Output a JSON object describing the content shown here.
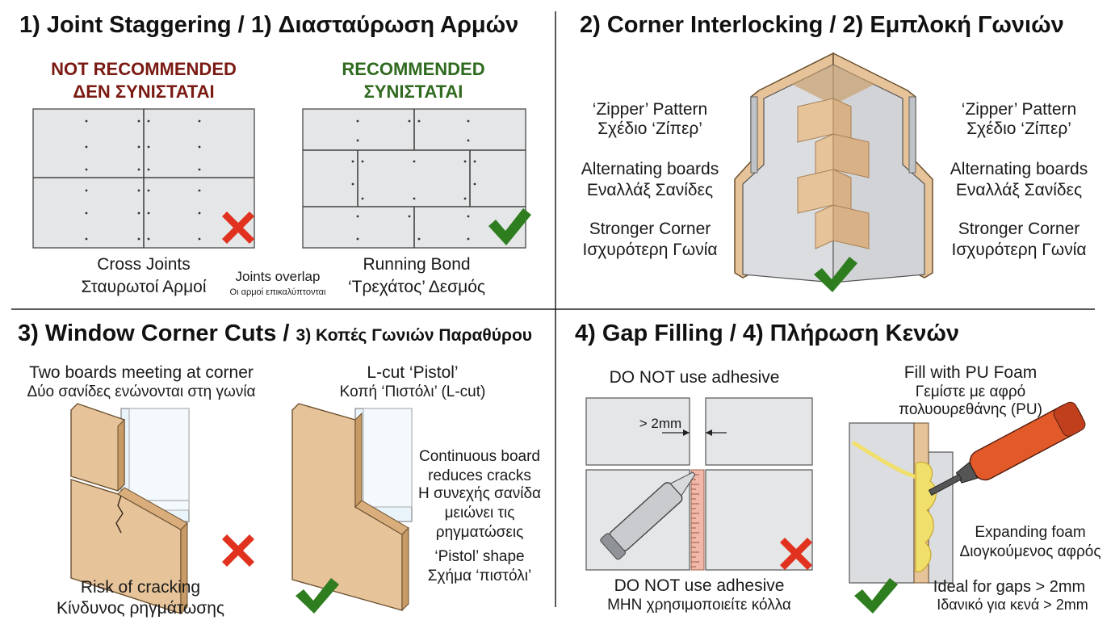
{
  "colors": {
    "wood": "#e7c39a",
    "wood_dark": "#c89a66",
    "board": "#e5e6e7",
    "check_green": "#2e7d1f",
    "cross_red": "#e0321e",
    "foam": "#f1df6c",
    "gun_orange": "#e25a2a",
    "window_blue": "#eaf4fb"
  },
  "panel1": {
    "title_en": "1) Joint Staggering / ",
    "title_gr": "1) Διασταύρωση Αρμών",
    "not_rec_en": "NOT RECOMMENDED",
    "not_rec_gr": "ΔΕΝ ΣΥΝΙΣΤΑΤΑΙ",
    "rec_en": "RECOMMENDED",
    "rec_gr": "ΣΥΝΙΣΤΑΤΑΙ",
    "cross_en": "Cross Joints",
    "cross_gr": "Σταυρωτοί Αρμοί",
    "overlap_en": "Joints overlap",
    "overlap_gr": "Οι αρμοί επικαλύπτονται",
    "running_en": "Running Bond",
    "running_gr": "‘Τρεχάτος’ Δεσμός"
  },
  "panel2": {
    "title": "2) Corner Interlocking / 2) Εμπλοκή Γωνιών",
    "zipper_en": "‘Zipper’ Pattern",
    "zipper_gr": "Σχέδιο ‘Ζίπερ’",
    "alt_en": "Alternating boards",
    "alt_gr": "Εναλλάξ Σανίδες",
    "stronger_en": "Stronger Corner",
    "stronger_gr": "Ισχυρότερη Γωνία"
  },
  "panel3": {
    "title_en": "3) Window Corner Cuts / ",
    "title_gr": "3) Κοπές Γωνιών Παραθύρου",
    "two_en": "Two boards meeting at corner",
    "two_gr": "Δύο σανίδες ενώνονται στη γωνία",
    "lcut_en": "L-cut ‘Pistol’",
    "lcut_gr": "Κοπή ‘Πιστόλι’ (L-cut)",
    "cont_1": "Continuous board",
    "cont_2": "reduces cracks",
    "cont_3": "Η συνεχής σανίδα",
    "cont_4": "μειώνει τις",
    "cont_5": "ρηγματώσεις",
    "pistol_en": "‘Pistol’ shape",
    "pistol_gr": "Σχήμα ‘πιστόλι’",
    "risk_en": "Risk of cracking",
    "risk_gr": "Κίνδυνος ρηγμάτωσης"
  },
  "panel4": {
    "title": "4) Gap Filling / 4) Πλήρωση Κενών",
    "no_adh_top": "DO NOT use adhesive",
    "gap": "> 2mm",
    "no_adh_en": "DO NOT use adhesive",
    "no_adh_gr": "ΜΗΝ χρησιμοποιείτε κόλλα",
    "fill_en": "Fill with PU Foam",
    "fill_gr1": "Γεμίστε με αφρό",
    "fill_gr2": "πολυουρεθάνης (PU)",
    "exp_en": "Expanding foam",
    "exp_gr": "Διογκούμενος αφρός",
    "ideal_en": "Ideal for gaps > 2mm",
    "ideal_gr": "Ιδανικό για κενά > 2mm"
  }
}
